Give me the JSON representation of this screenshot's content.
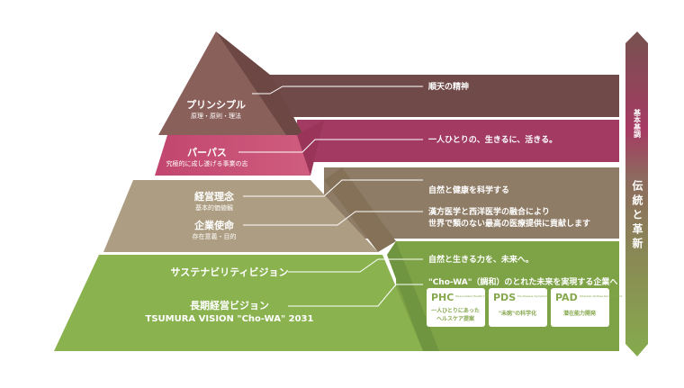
{
  "pyramid": {
    "principle": {
      "title": "プリンシプル",
      "sub": "原理・原則・理法"
    },
    "purpose": {
      "title": "パーパス",
      "sub": "究極的に成し遂げる事業の志"
    },
    "philosophy": {
      "title": "経営理念",
      "sub": "基本的価値観"
    },
    "mission": {
      "title": "企業使命",
      "sub": "存在意義・目的"
    },
    "sustainability": {
      "title": "サステナビリティビジョン"
    },
    "longterm": {
      "title": "長期経営ビジョン",
      "sub": "TSUMURA VISION \"Cho-WA\" 2031"
    }
  },
  "bands": {
    "principle": "順天の精神",
    "purpose": "一人ひとりの、生きるに、活きる。",
    "philosophy": "自然と健康を科学する",
    "mission_line1": "漢方医学と西洋医学の融合により",
    "mission_line2": "世界で類のない最高の医療提供に貢献します",
    "sustainability": "自然と生きる力を、未来へ。",
    "longterm": "\"Cho-WA\"（調和）のとれた未来を実現する企業へ"
  },
  "cards": [
    {
      "code": "PHC",
      "small": "Personalized Health Care",
      "text1": "一人ひとりにあった",
      "text2": "ヘルスケア提案"
    },
    {
      "code": "PDS",
      "small": "Pre-Disease Symptomatic Solution",
      "text1": "\"未病\"の科学化",
      "text2": ""
    },
    {
      "code": "PAD",
      "small": "Potential Abilities Development",
      "text1": "潜在能力開発",
      "text2": ""
    }
  ],
  "arrow": {
    "label_small": "基本基調",
    "label_main": "伝統と革新"
  },
  "colors": {
    "brown": "#7a5551",
    "pink": "#b8416a",
    "tan": "#a8977c",
    "green": "#86a84d"
  }
}
